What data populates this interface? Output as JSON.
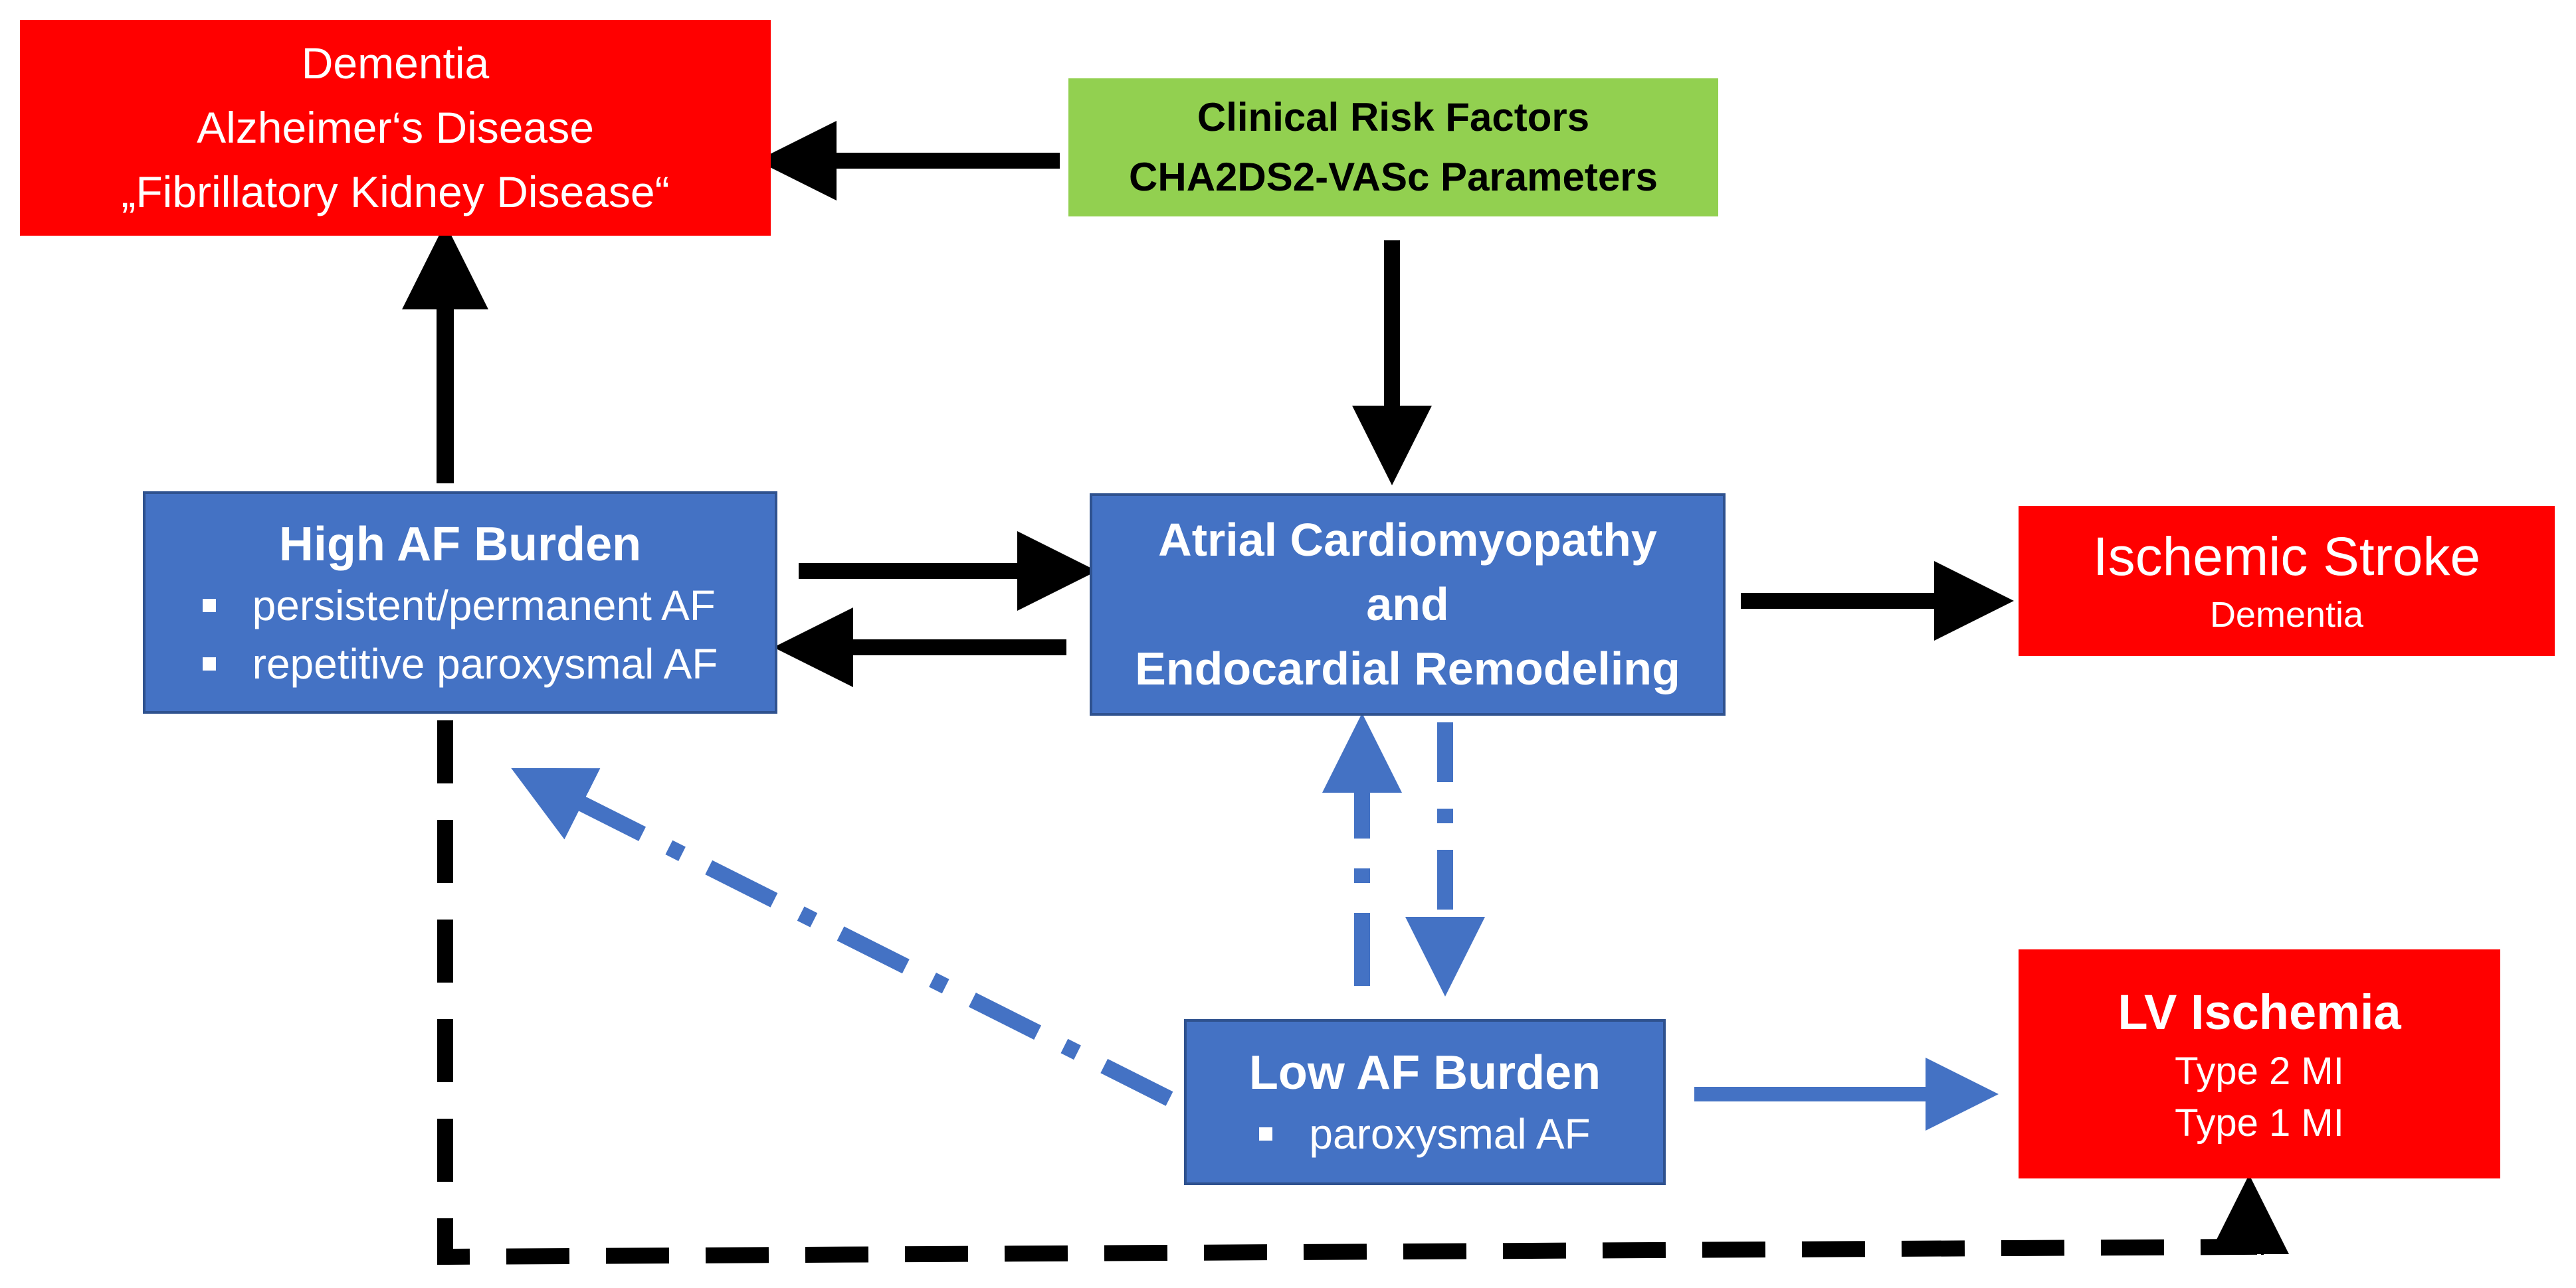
{
  "colors": {
    "outcome_red": "#ff0000",
    "burden_blue": "#4472c4",
    "risk_green": "#92d050",
    "black_arrow": "#000000",
    "blue_arrow": "#4472c4"
  },
  "nodes": {
    "dementia": {
      "lines": [
        "Dementia",
        "Alzheimer‘s Disease",
        "„Fibrillatory Kidney Disease“"
      ]
    },
    "risk": {
      "lines": [
        "Clinical Risk Factors",
        "CHA2DS2-VASc Parameters"
      ]
    },
    "high_af": {
      "title": "High AF Burden",
      "bullets": [
        "persistent/permanent AF",
        "repetitive paroxysmal AF"
      ]
    },
    "atrial": {
      "lines": [
        "Atrial Cardiomyopathy",
        "and",
        "Endocardial Remodeling"
      ]
    },
    "stroke": {
      "title": "Ischemic Stroke",
      "subtitle": "Dementia"
    },
    "low_af": {
      "title": "Low AF Burden",
      "bullets": [
        "paroxysmal AF"
      ]
    },
    "lv": {
      "title": "LV Ischemia",
      "lines": [
        "Type 2 MI",
        "Type 1 MI"
      ]
    }
  }
}
